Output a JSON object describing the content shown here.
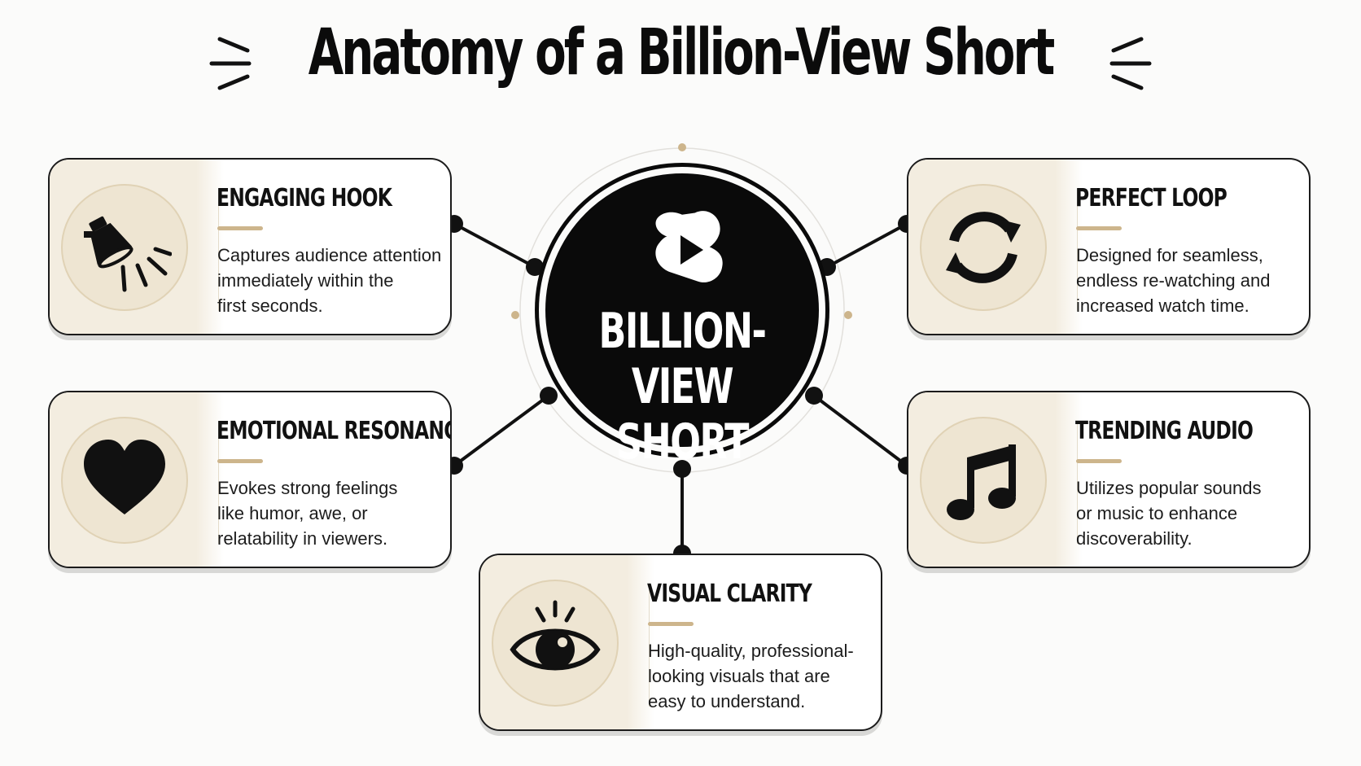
{
  "title": "Anatomy of a Billion-View Short",
  "center": {
    "label_line1": "BILLION-VIEW",
    "label_line2": "SHORT",
    "icon": "shorts-play-icon"
  },
  "colors": {
    "ink": "#0a0a0a",
    "panel": "#f3ede0",
    "accent": "#cdb58c",
    "background": "#fbfbfa"
  },
  "cards": [
    {
      "title": "ENGAGING HOOK",
      "desc_lines": [
        "Captures audience attention",
        "immediately within the",
        "first seconds."
      ],
      "icon": "spotlight-icon"
    },
    {
      "title": "EMOTIONAL RESONANCE",
      "desc_lines": [
        "Evokes strong feelings",
        "like humor, awe, or",
        "relatability in viewers."
      ],
      "icon": "heart-icon"
    },
    {
      "title": "PERFECT LOOP",
      "desc_lines": [
        "Designed for seamless,",
        "endless re-watching and",
        "increased watch time."
      ],
      "icon": "loop-arrows-icon"
    },
    {
      "title": "TRENDING AUDIO",
      "desc_lines": [
        "Utilizes popular sounds",
        "or music to enhance",
        "discoverability."
      ],
      "icon": "music-note-icon"
    },
    {
      "title": "VISUAL CLARITY",
      "desc_lines": [
        "High-quality, professional-",
        "looking visuals that are",
        "easy to understand."
      ],
      "icon": "eye-icon"
    }
  ]
}
